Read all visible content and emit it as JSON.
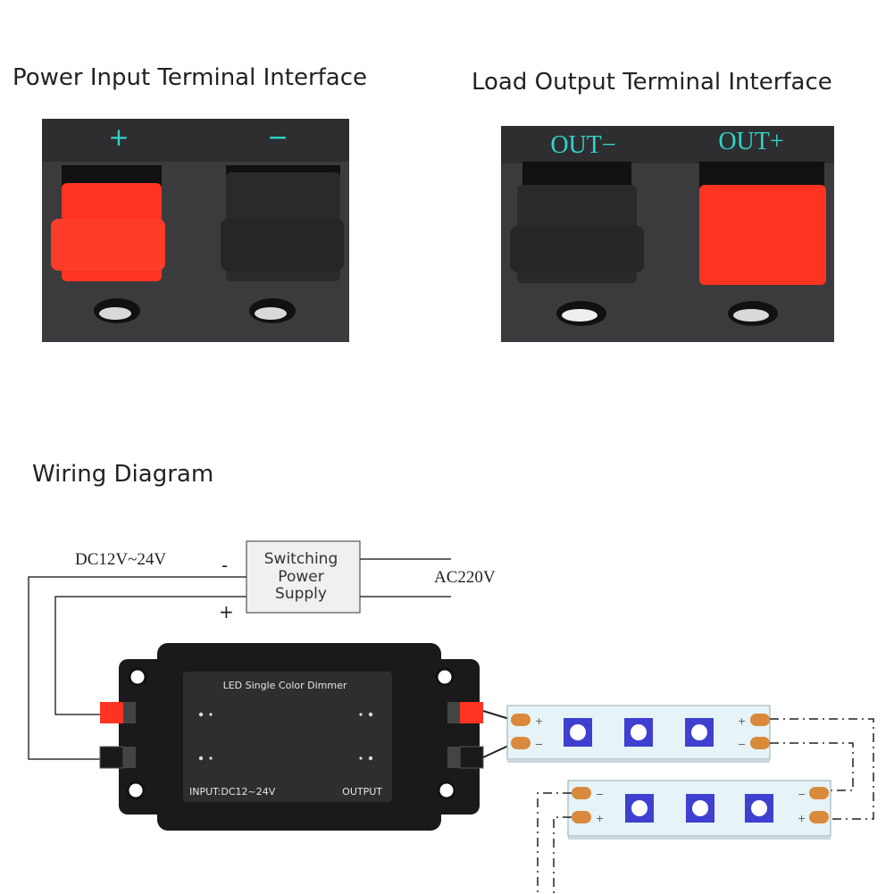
{
  "headings": {
    "power_input": "Power Input Terminal Interface",
    "load_output": "Load Output Terminal Interface",
    "wiring": "Wiring Diagram"
  },
  "power_terminal": {
    "plus_label": "+",
    "minus_label": "−"
  },
  "load_terminal": {
    "out_minus_label": "OUT−",
    "out_plus_label": "OUT+"
  },
  "diagram": {
    "dc_label": "DC12V~24V",
    "minus_sign": "-",
    "plus_sign": "+",
    "psu_line1": "Switching",
    "psu_line2": "Power",
    "psu_line3": "Supply",
    "ac_label": "AC220V",
    "dimmer_title": "LED Single Color Dimmer",
    "dimmer_input": "INPUT:DC12~24V",
    "dimmer_output": "OUTPUT",
    "pad_plus": "+",
    "pad_minus": "−"
  },
  "colors": {
    "terminal_red": "#ff3322",
    "terminal_label_cyan": "#2fd3c9",
    "led_blue": "#3f3fd0",
    "strip_pad": "#d98a3c",
    "strip_body": "#e6f3f7"
  }
}
